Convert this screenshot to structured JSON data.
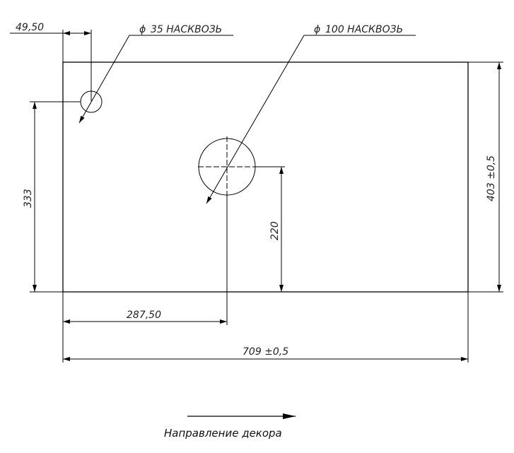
{
  "drawing": {
    "hole_small": {
      "diameter": "35",
      "label": "ϕ 35 НАСКВОЗЬ",
      "label_text": "35 НАСКВОЗЬ"
    },
    "hole_large": {
      "diameter": "100",
      "label": "ϕ 100 НАСКВОЗЬ",
      "label_text": "100 НАСКВОЗЬ"
    },
    "diameter_symbol": "ϕ",
    "dimensions": {
      "offset_x_small_hole": "49,50",
      "height_small_hole": "333",
      "height_large_hole": "220",
      "offset_x_large_hole": "287,50",
      "total_width": "709 ±0,5",
      "total_height": "403 ±0,5"
    },
    "caption": "Направление декора"
  },
  "colors": {
    "line": "#000000",
    "background": "#ffffff"
  }
}
